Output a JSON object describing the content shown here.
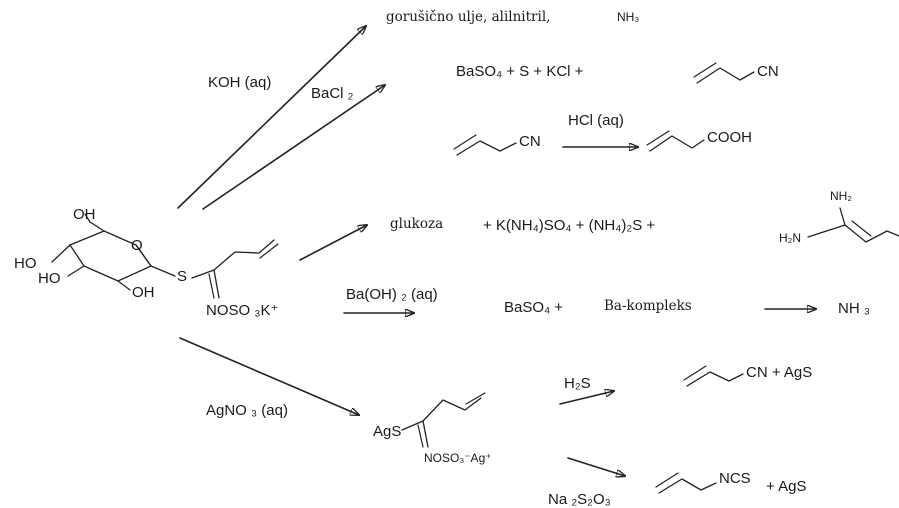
{
  "reactions": {
    "koh": {
      "reagent": "KOH (aq)",
      "products": "gorušično ulje, alilnitril,",
      "nh3": "NH₃"
    },
    "bacl2": {
      "reagent": "BaCl ₂",
      "products": "BaSO₄   + S  +  KCl  +",
      "nitrile_cn": "CN"
    },
    "hcl": {
      "reagent": "HCl (aq)",
      "start_cn": "CN",
      "product_group": "COOH"
    },
    "decomp": {
      "products_text": "glukoza",
      "inorganic": "+  K(NH₄)SO₄  +  (NH₄)₂S  +",
      "amidine_nh2_top": "NH₂",
      "amidine_h2n": "H₂N"
    },
    "baoh2": {
      "reagent": "Ba(OH) ₂ (aq)",
      "product1": "BaSO₄  +",
      "complex": "Ba-kompleks",
      "final": "NH ₃"
    },
    "agno3": {
      "reagent": "AgNO ₃ (aq)",
      "ags_label": "AgS",
      "ags_tail": "NOSO₃⁻Ag⁺",
      "h2s": "H₂S",
      "h2s_cn": "CN  +  AgS",
      "na2s2o3": "Na ₂S₂O₃",
      "ncs": "NCS",
      "ncs_ags": "+  AgS"
    }
  },
  "sinigrin": {
    "oh_top": "OH",
    "ho_left": "HO",
    "ho_lower": "HO",
    "oh_bottom": "OH",
    "ring_o": "O",
    "s_label": "S",
    "tail": "NOSO ₃K⁺"
  }
}
